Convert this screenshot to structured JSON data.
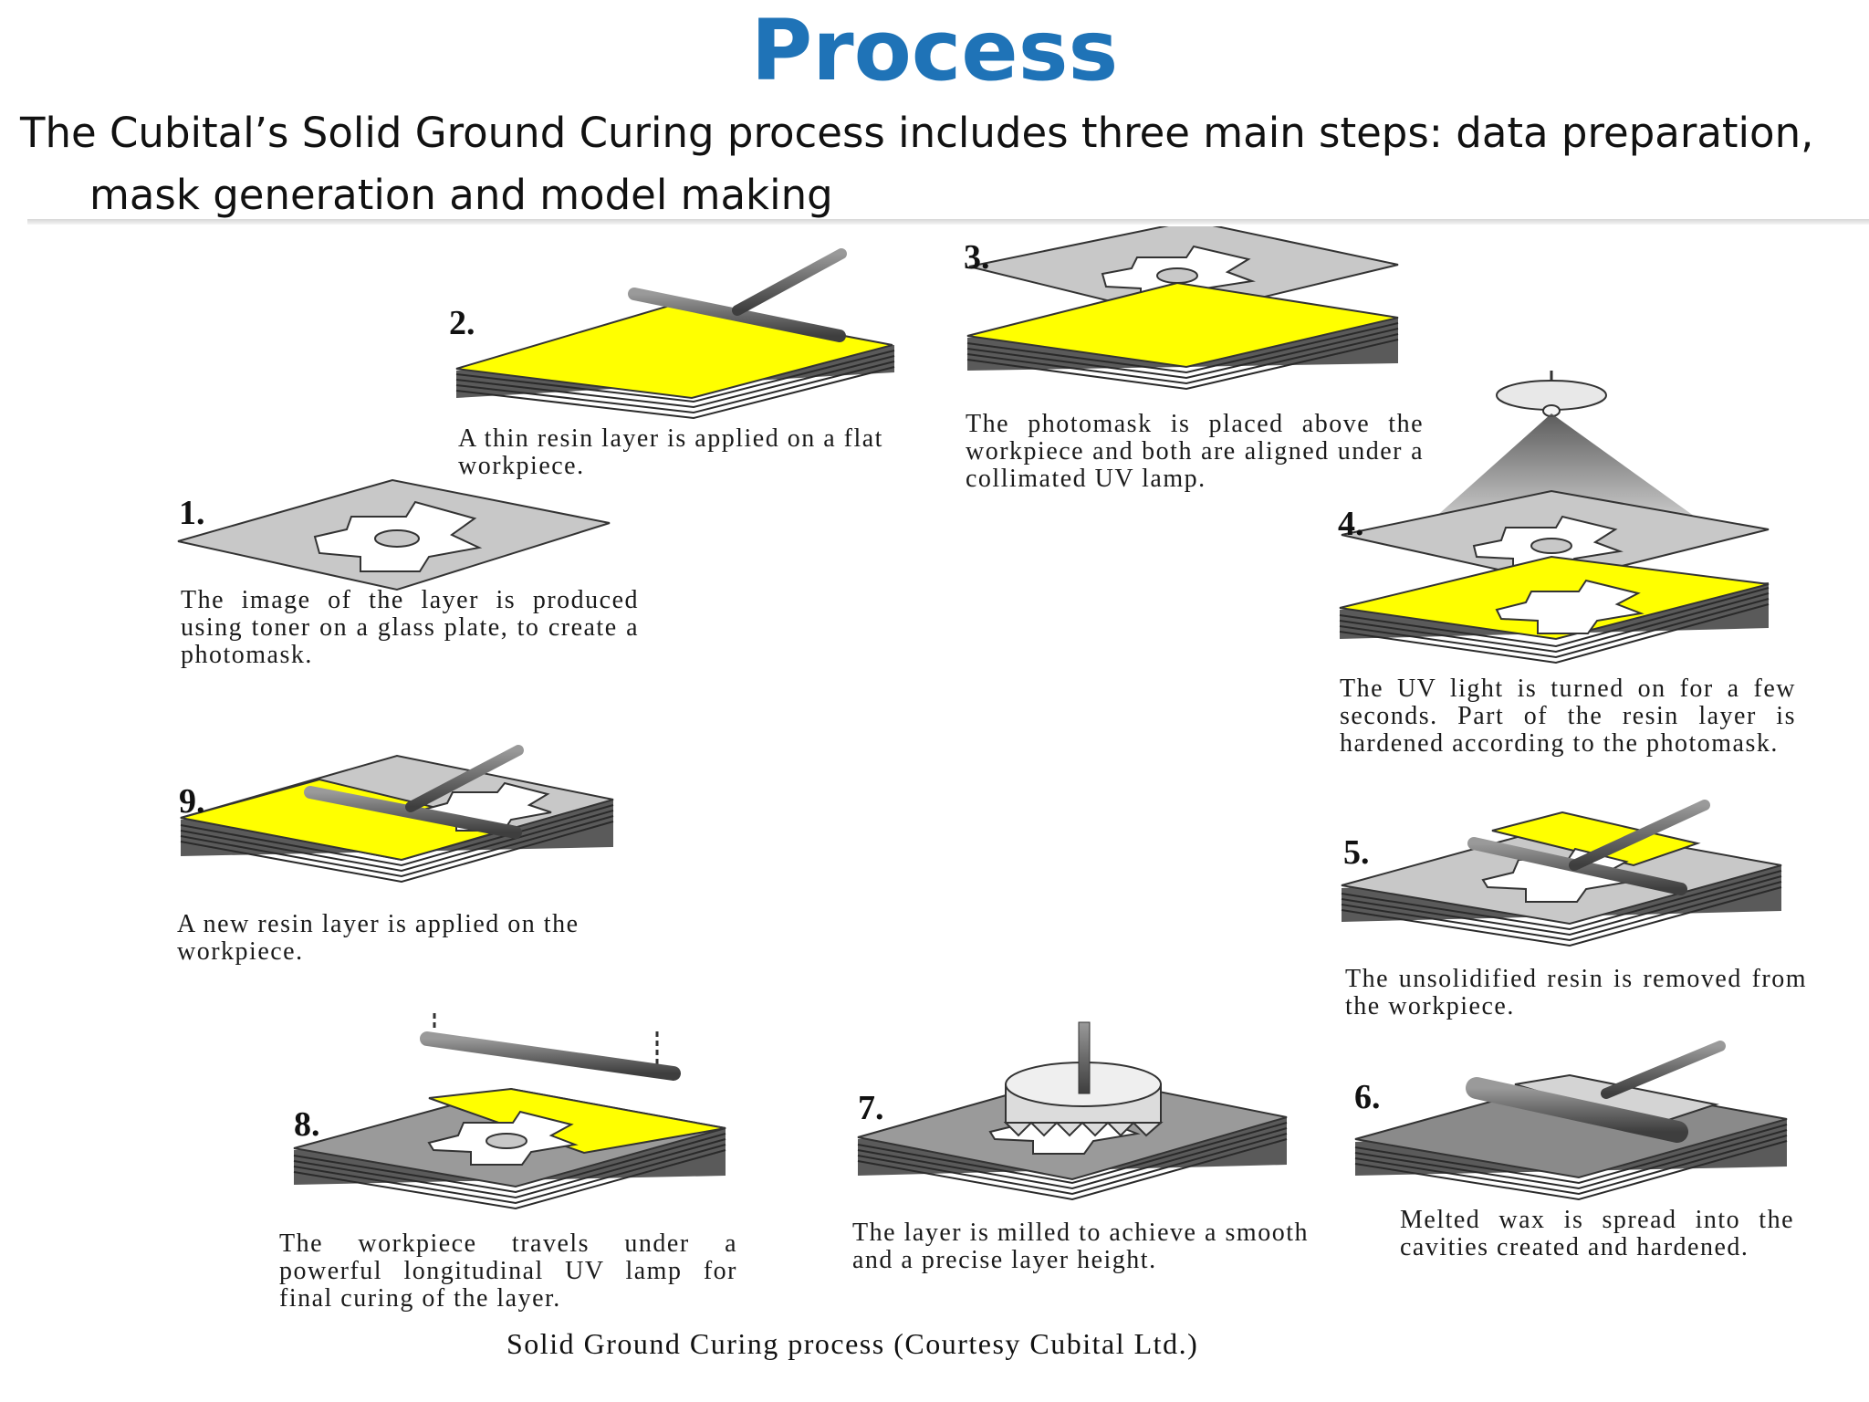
{
  "page": {
    "title": "Process",
    "subtitle": "The Cubital’s Solid Ground Curing process includes three main steps: data preparation, mask generation and model making"
  },
  "figure": {
    "credit": "Solid Ground Curing process (Courtesy Cubital Ltd.)",
    "colors": {
      "resin": "#ffff00",
      "plate": "#c8c8c8",
      "layers": "#5a5a5a",
      "title": "#1f73b7"
    },
    "steps": [
      {
        "number": "1.",
        "caption": "The image of the layer is produced using toner on a glass plate, to create a photomask."
      },
      {
        "number": "2.",
        "caption": "A thin resin layer is applied on a flat workpiece."
      },
      {
        "number": "3.",
        "caption": "The photomask is placed above the workpiece and both are aligned under a collimated UV lamp."
      },
      {
        "number": "4.",
        "caption": "The UV light is turned on for a few seconds. Part of the resin layer is hardened according to the photomask."
      },
      {
        "number": "5.",
        "caption": "The unsolidified resin is removed from the workpiece."
      },
      {
        "number": "6.",
        "caption": "Melted wax is spread into the cavities created and hardened."
      },
      {
        "number": "7.",
        "caption": "The layer is milled to achieve a smooth and a precise layer height."
      },
      {
        "number": "8.",
        "caption": "The workpiece travels under a powerful longitudinal UV lamp for final curing of the layer."
      },
      {
        "number": "9.",
        "caption": "A new resin layer is applied on the workpiece."
      }
    ]
  }
}
